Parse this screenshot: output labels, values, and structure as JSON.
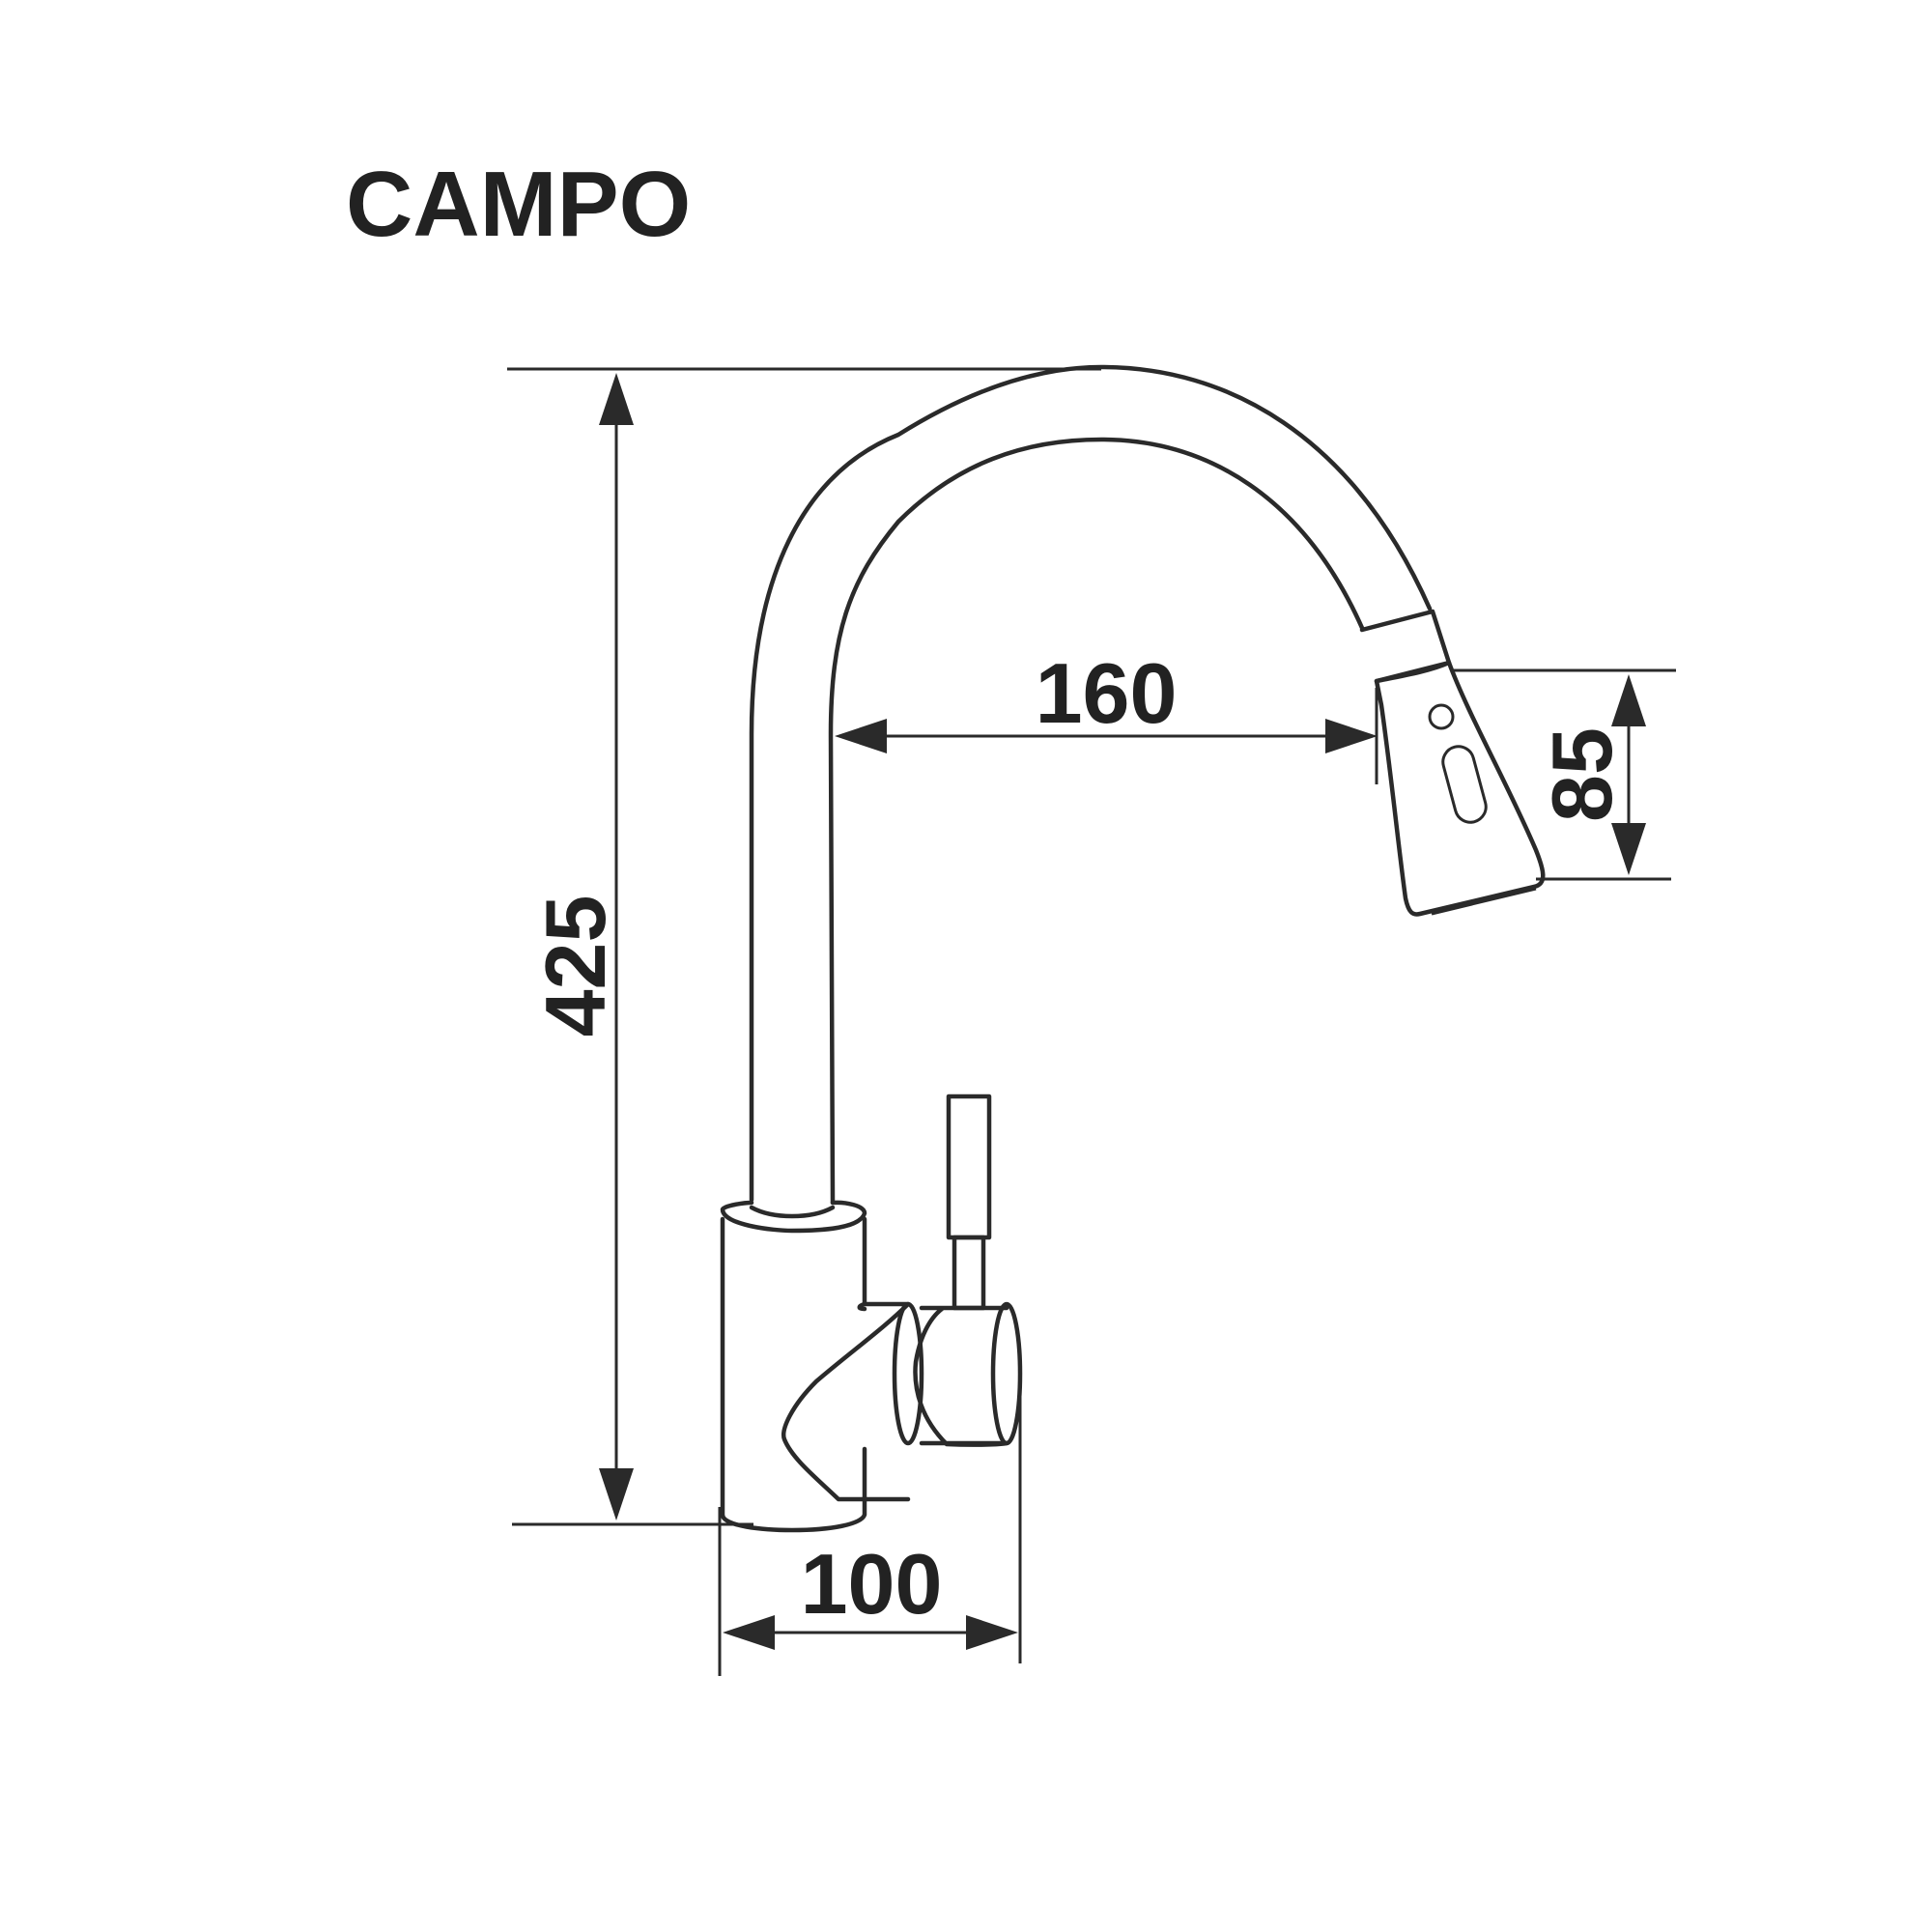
{
  "title": "CAMPO",
  "dimensions": {
    "height_total": "425",
    "spout_reach": "160",
    "spray_head_height": "85",
    "base_depth": "100"
  },
  "colors": {
    "line": "#2a2a2a",
    "background": "#ffffff"
  }
}
